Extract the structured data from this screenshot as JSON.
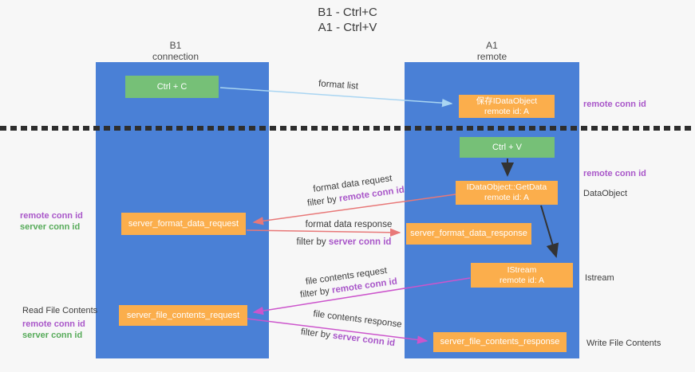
{
  "colors": {
    "background": "#f7f7f7",
    "column_blue": "#4a80d6",
    "box_orange": "#fbae4c",
    "box_green": "#76c077",
    "label_purple": "#a957c9",
    "label_green": "#57ab5a",
    "arrow_light_blue": "#a9d5f2",
    "arrow_red": "#e87878",
    "arrow_magenta": "#cc55cc",
    "arrow_black": "#333333"
  },
  "title": {
    "line1": "B1 - Ctrl+C",
    "line2": "A1 - Ctrl+V"
  },
  "columns": {
    "left": {
      "name": "B1",
      "role": "connection"
    },
    "right": {
      "name": "A1",
      "role": "remote"
    }
  },
  "boxes": {
    "ctrl_c": {
      "label": "Ctrl + C"
    },
    "save_idataobject": {
      "line1": "保存IDataObject",
      "line2": "remote id: A"
    },
    "ctrl_v": {
      "label": "Ctrl + V"
    },
    "getdata": {
      "line1": "IDataObject::GetData",
      "line2": "remote id: A"
    },
    "server_format_data_request": {
      "label": "server_format_data_request"
    },
    "server_format_data_response": {
      "label": "server_format_data_response"
    },
    "istream": {
      "line1": "IStream",
      "line2": "remote id: A"
    },
    "server_file_contents_request": {
      "label": "server_file_contents_request"
    },
    "server_file_contents_response": {
      "label": "server_file_contents_response"
    }
  },
  "flow": {
    "format_list": "format list",
    "format_data_request": "format data request",
    "format_data_response": "format data response",
    "file_contents_request": "file contents request",
    "file_contents_response": "file contents response",
    "filter_by": "filter by ",
    "remote_conn_id": "remote conn id",
    "server_conn_id": "server conn id"
  },
  "side": {
    "remote_conn_id": "remote conn id",
    "server_conn_id": "server conn id",
    "read_file_contents": "Read File Contents",
    "write_file_contents": "Write File Contents",
    "dataobject": "DataObject",
    "istream": "Istream"
  }
}
